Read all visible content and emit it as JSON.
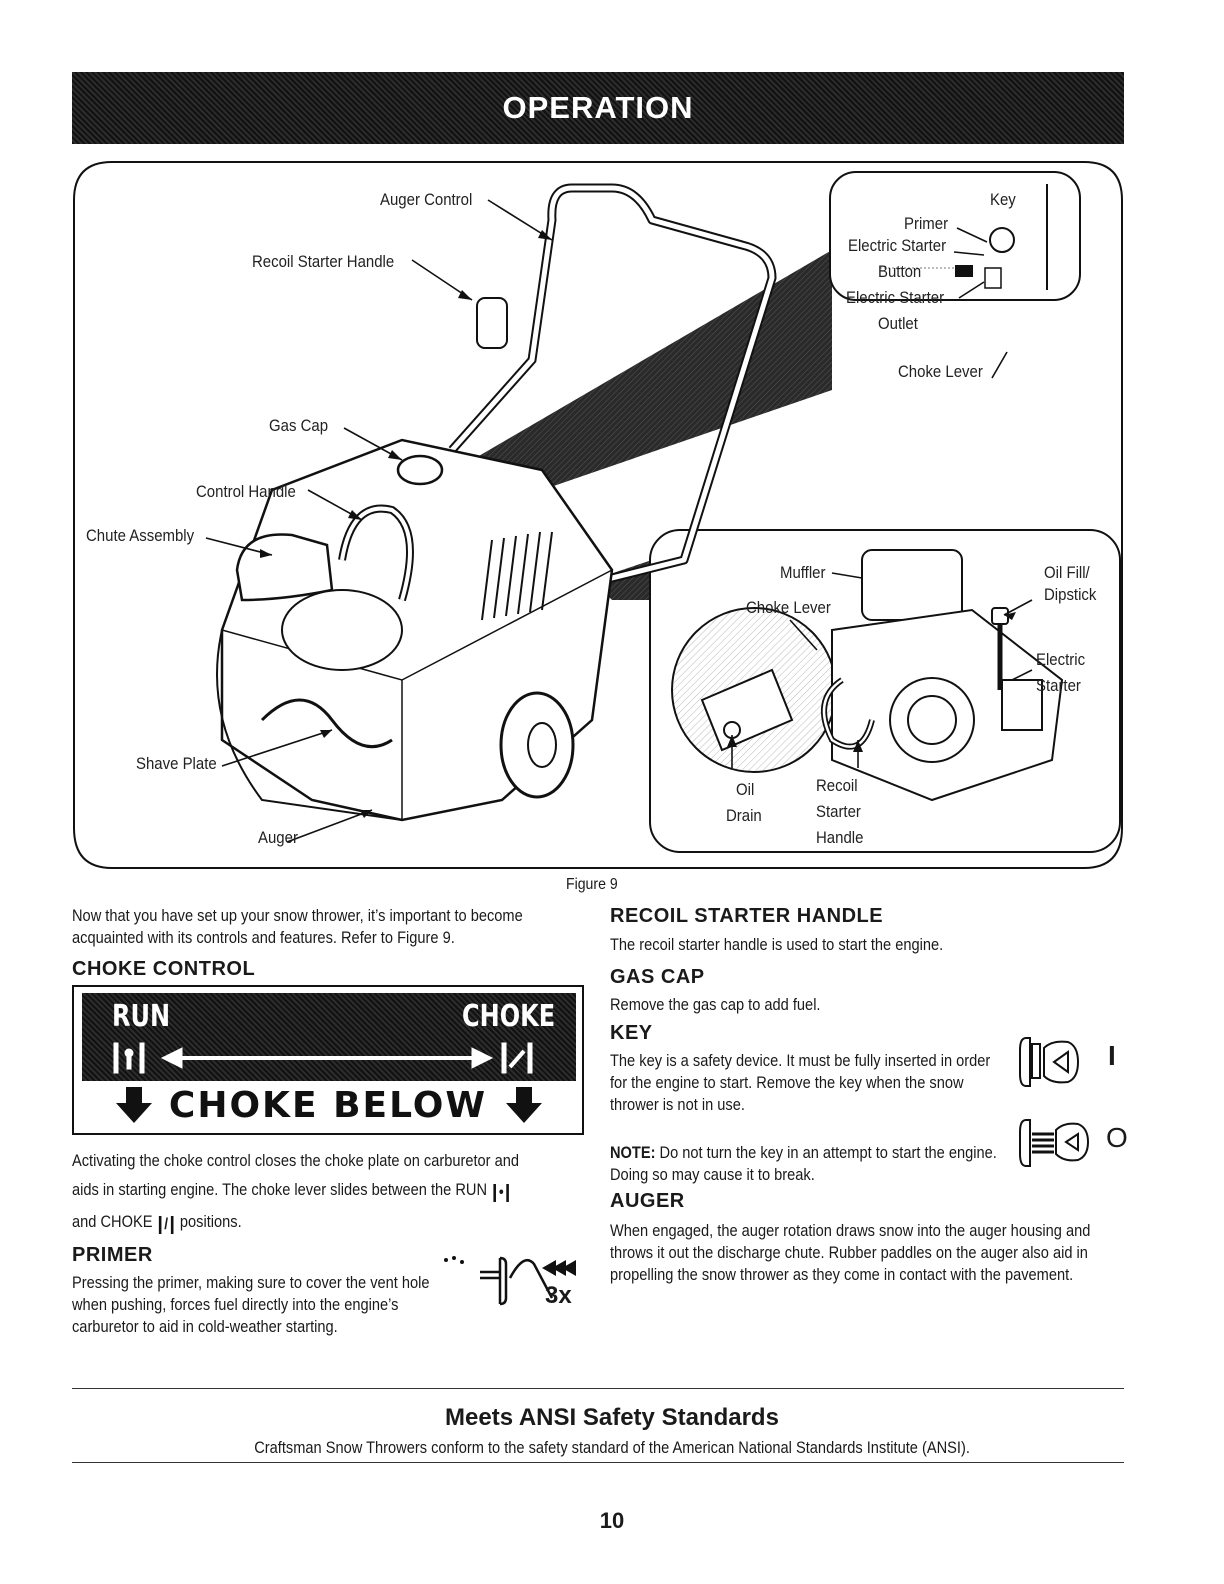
{
  "header": {
    "title": "OPERATION"
  },
  "figure": {
    "labels": {
      "auger_control": "Auger Control",
      "recoil_starter_handle": "Recoil Starter Handle",
      "gas_cap": "Gas Cap",
      "control_handle": "Control Handle",
      "chute_assembly": "Chute Assembly",
      "shave_plate": "Shave Plate",
      "auger": "Auger",
      "key": "Key",
      "primer": "Primer",
      "electric_starter_button_1": "Electric Starter",
      "electric_starter_button_2": "Button",
      "electric_starter_outlet_1": "Electric Starter",
      "electric_starter_outlet_2": "Outlet",
      "choke_lever_top": "Choke Lever",
      "muffler": "Muffler",
      "choke_lever_engine": "Choke Lever",
      "oil_fill_1": "Oil Fill/",
      "oil_fill_2": "Dipstick",
      "electric_starter_1": "Electric",
      "electric_starter_2": "Starter",
      "oil_drain_1": "Oil",
      "oil_drain_2": "Drain",
      "recoil_1": "Recoil",
      "recoil_2": "Starter",
      "recoil_3": "Handle"
    },
    "caption": "Figure 9"
  },
  "left": {
    "intro": "Now that you have set up your snow thrower, it’s important to become acquainted with its controls and features. Refer to Figure 9.",
    "choke_heading": "CHOKE CONTROL",
    "choke_graphic": {
      "run": "RUN",
      "choke": "CHOKE",
      "below": "CHOKE BELOW"
    },
    "choke_text_1": "Activating the choke control closes the choke plate on carburetor and",
    "choke_text_2": "aids in starting engine. The choke lever slides between the RUN",
    "choke_text_3a": "and CHOKE",
    "choke_text_3b": "positions.",
    "primer_heading": "PRIMER",
    "primer_text": "Pressing the primer, making sure to cover the vent hole when pushing, forces fuel directly into the engine’s carburetor to aid in cold-weather starting.",
    "primer_count": "3x"
  },
  "right": {
    "recoil_heading": "RECOIL STARTER HANDLE",
    "recoil_text": "The recoil starter handle is used to start the engine.",
    "gascap_heading": "GAS CAP",
    "gascap_text": "Remove the gas cap to add fuel.",
    "key_heading": "KEY",
    "key_text": "The key is a safety device. It must be fully inserted in order for the engine to start. Remove the key when the snow thrower is not in use.",
    "note_label": "NOTE:",
    "note_text": " Do not turn the key in an attempt to start the engine. Doing so may cause it to break.",
    "key_on_symbol": "I",
    "key_off_symbol": "O",
    "auger_heading": "AUGER",
    "auger_text": "When engaged, the auger rotation draws snow into the auger housing and throws it out the discharge chute. Rubber paddles on the auger also aid in propelling the snow thrower as they come in contact with the pavement."
  },
  "footer": {
    "ansi_title": "Meets ANSI Safety Standards",
    "ansi_text": "Craftsman Snow Throwers conform to the safety standard of the American National Standards Institute (ANSI).",
    "page_number": "10"
  }
}
